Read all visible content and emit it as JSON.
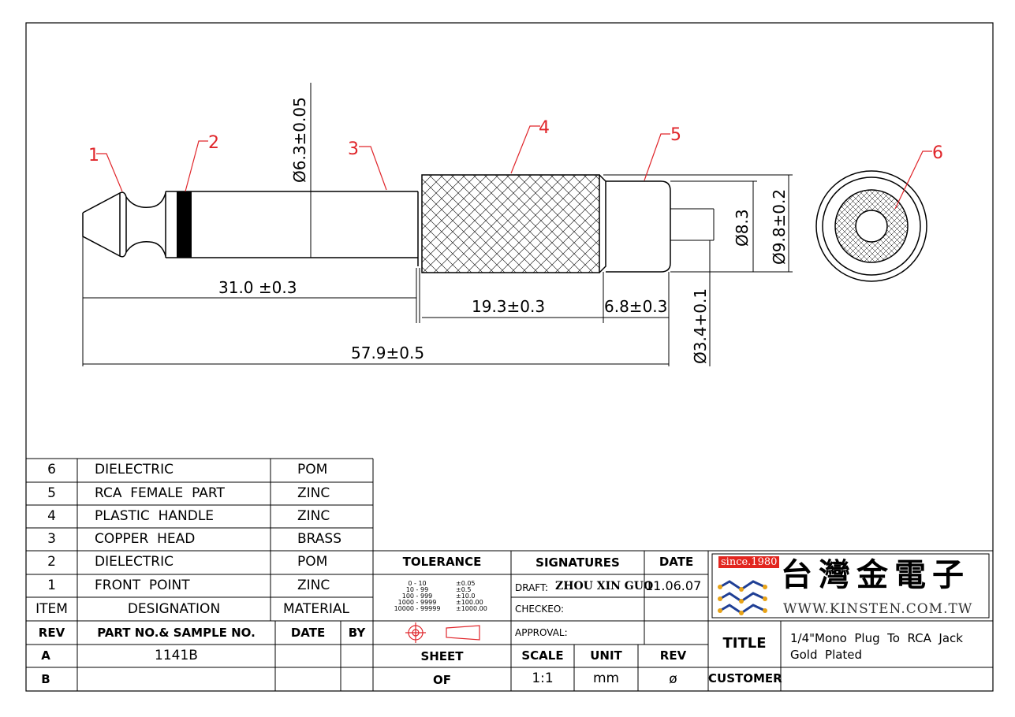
{
  "callouts": [
    "1",
    "2",
    "3",
    "4",
    "5",
    "6"
  ],
  "dimensions": {
    "d_head": "Ø6.3±0.05",
    "len_plug": "31.0 ±0.3",
    "len_handle": "19.3±0.3",
    "len_rca": "6.8±0.3",
    "len_total": "57.9±0.5",
    "d_inner": "Ø8.3",
    "d_outer": "Ø9.8±0.2",
    "d_pin": "Ø3.4+0.1"
  },
  "bom": {
    "rows": [
      {
        "item": "6",
        "designation": "DIELECTRIC",
        "material": "POM"
      },
      {
        "item": "5",
        "designation": "RCA  FEMALE  PART",
        "material": "ZINC"
      },
      {
        "item": "4",
        "designation": "PLASTIC  HANDLE",
        "material": "ZINC"
      },
      {
        "item": "3",
        "designation": "COPPER  HEAD",
        "material": "BRASS"
      },
      {
        "item": "2",
        "designation": "DIELECTRIC",
        "material": "POM"
      },
      {
        "item": "1",
        "designation": "FRONT  POINT",
        "material": "ZINC"
      }
    ],
    "header": {
      "item": "ITEM",
      "designation": "DESIGNATION",
      "material": "MATERIAL"
    }
  },
  "revisions": {
    "header": {
      "rev": "REV",
      "part": "PART NO.& SAMPLE NO.",
      "date": "DATE",
      "by": "BY"
    },
    "rows": [
      {
        "rev": "A",
        "part": "1141B",
        "date": "",
        "by": ""
      },
      {
        "rev": "B",
        "part": "",
        "date": "",
        "by": ""
      }
    ]
  },
  "tolerance": {
    "label": "TOLERANCE",
    "table": [
      {
        "range": "0 - 10",
        "tol": "±0.05"
      },
      {
        "range": "10 - 99",
        "tol": "±0.5"
      },
      {
        "range": "100 - 999",
        "tol": "±10.0"
      },
      {
        "range": "1000 - 9999",
        "tol": "±100.00"
      },
      {
        "range": "10000 - 99999",
        "tol": "±1000.00"
      }
    ]
  },
  "signatures": {
    "label": "SIGNATURES",
    "date_label": "DATE",
    "draft_label": "DRAFT:",
    "draft_name": "ZHOU XIN GUO",
    "draft_date": "11.06.07",
    "checked_label": "CHECKEO:",
    "approval_label": "APPROVAL:"
  },
  "sheet_info": {
    "sheet": "SHEET",
    "of": "OF",
    "scale_label": "SCALE",
    "scale": "1:1",
    "unit_label": "UNIT",
    "unit": "mm",
    "rev_label": "REV",
    "rev": "ø"
  },
  "company": {
    "since": "since.1980",
    "name_cjk": "台灣金電子",
    "website": "WWW.KINSTEN.COM.TW",
    "brand_color": "#e2261f",
    "logo_blue": "#1f3f95",
    "logo_gold": "#e8a317"
  },
  "title_block": {
    "title_label": "TITLE",
    "title_line1": "1/4\"Mono  Plug  To  RCA  Jack",
    "title_line2": "Gold  Plated",
    "customer_label": "CUSTOMER",
    "customer": ""
  }
}
